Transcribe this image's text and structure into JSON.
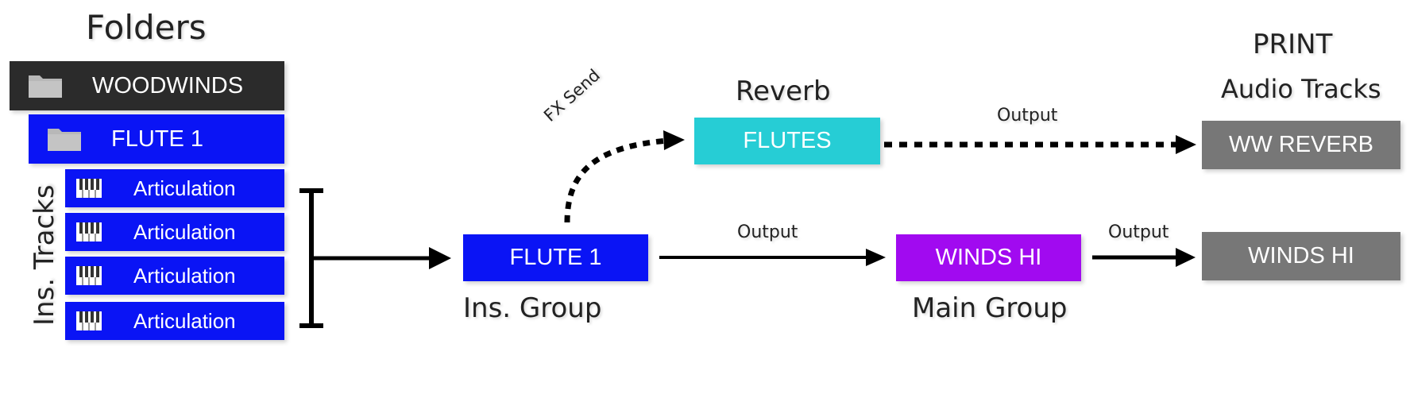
{
  "headings": {
    "folders": "Folders",
    "ins_tracks": "Ins. Tracks",
    "reverb": "Reverb",
    "print": "PRINT",
    "audio_tracks": "Audio Tracks",
    "ins_group": "Ins. Group",
    "main_group": "Main Group"
  },
  "folders": {
    "woodwinds": "WOODWINDS",
    "flute1": "FLUTE 1"
  },
  "tracks": [
    {
      "label": "Articulation"
    },
    {
      "label": "Articulation"
    },
    {
      "label": "Articulation"
    },
    {
      "label": "Articulation"
    }
  ],
  "nodes": {
    "ins_group": "FLUTE 1",
    "reverb": "FLUTES",
    "main_group": "WINDS HI",
    "print_reverb": "WW REVERB",
    "print_main": "WINDS HI"
  },
  "edge_labels": {
    "fx_send": "FX Send",
    "output_reverb": "Output",
    "output_ins": "Output",
    "output_main": "Output"
  },
  "colors": {
    "woodwinds_bg": "#2b2b2b",
    "blue": "#0a14f5",
    "cyan": "#26cdd5",
    "purple": "#a10af0",
    "gray": "#777777",
    "icon_gray": "#b8b8b8"
  }
}
